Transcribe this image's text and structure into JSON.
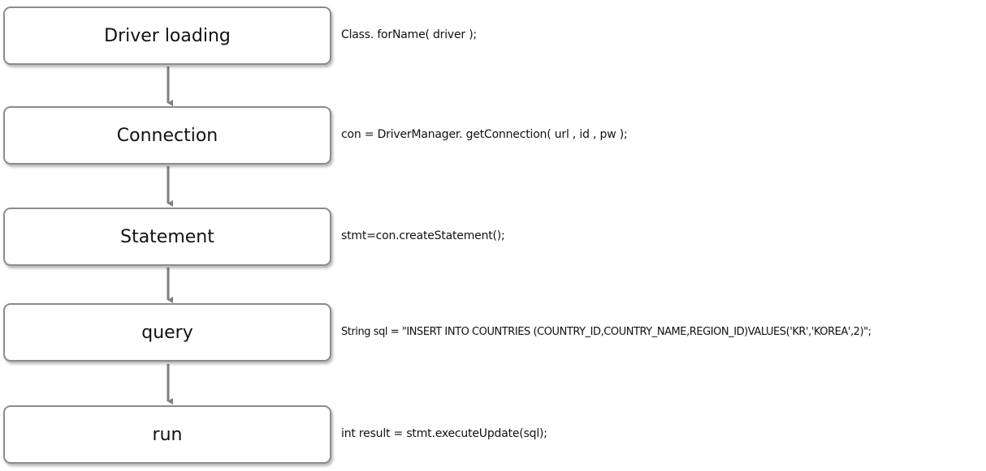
{
  "flow": {
    "steps": [
      {
        "label": "Driver loading",
        "code": "Class. forName( driver );"
      },
      {
        "label": "Connection",
        "code": "con = DriverManager. getConnection( url , id , pw );"
      },
      {
        "label": "Statement",
        "code": "stmt=con.createStatement();"
      },
      {
        "label": "query",
        "code": "String sql = \"INSERT INTO COUNTRIES (COUNTRY_ID,COUNTRY_NAME,REGION_ID)VALUES('KR','KOREA',2)\";"
      },
      {
        "label": "run",
        "code": "int result = stmt.executeUpdate(sql);"
      }
    ]
  },
  "colors": {
    "box_border": "#8c8c8c",
    "arrow": "#7f7f7f",
    "text": "#111111"
  }
}
